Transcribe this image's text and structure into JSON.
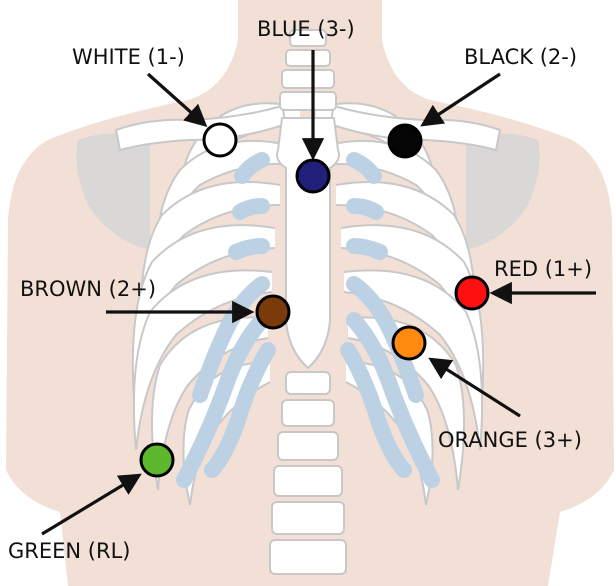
{
  "colors": {
    "background": "#ffffff",
    "skin": "#f2e0d6",
    "bone": "#ffffff",
    "bone_outline": "#c8c8c8",
    "cartilage": "#bcd2e4",
    "arrow": "#111111"
  },
  "electrodes": [
    {
      "name": "white",
      "label": "WHITE (1-)",
      "color": "#ffffff"
    },
    {
      "name": "blue",
      "label": "BLUE (3-)",
      "color": "#20207a"
    },
    {
      "name": "black",
      "label": "BLACK (2-)",
      "color": "#050505"
    },
    {
      "name": "red",
      "label": "RED (1+)",
      "color": "#ff1010"
    },
    {
      "name": "brown",
      "label": "BROWN (2+)",
      "color": "#7a3a0a"
    },
    {
      "name": "orange",
      "label": "ORANGE (3+)",
      "color": "#ff8a10"
    },
    {
      "name": "green",
      "label": "GREEN (RL)",
      "color": "#5db82e"
    }
  ]
}
